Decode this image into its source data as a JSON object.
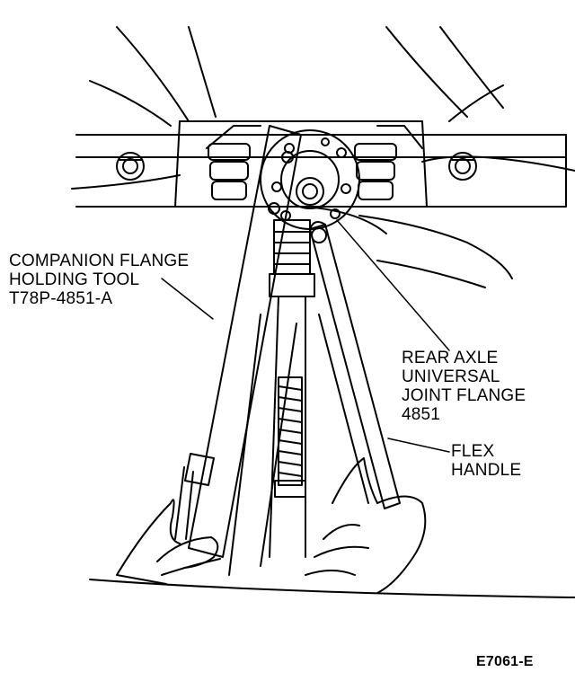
{
  "callouts": {
    "holding_tool": {
      "line1": "COMPANION FLANGE",
      "line2": "HOLDING TOOL",
      "line3": "T78P-4851-A"
    },
    "flange": {
      "line1": "REAR AXLE",
      "line2": "UNIVERSAL",
      "line3": "JOINT FLANGE",
      "line4": "4851"
    },
    "flex_handle": {
      "line1": "FLEX",
      "line2": "HANDLE"
    }
  },
  "figure_id": "E7061-E",
  "colors": {
    "ink": "#000000",
    "paper": "#ffffff"
  }
}
